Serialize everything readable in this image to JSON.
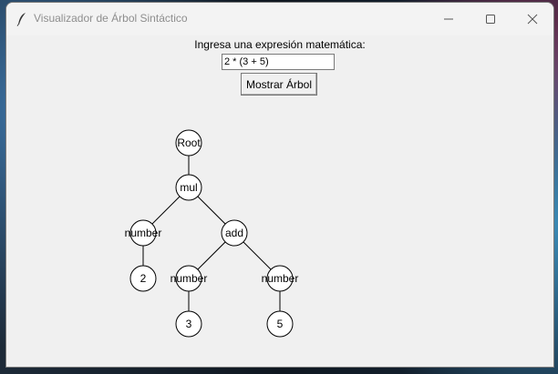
{
  "window": {
    "title": "Visualizador de Árbol Sintáctico"
  },
  "form": {
    "prompt": "Ingresa una expresión matemática:",
    "expression_value": "2 * (3 + 5)",
    "button_label": "Mostrar Árbol"
  },
  "tree": {
    "nodes": [
      {
        "id": "root",
        "label": "Root"
      },
      {
        "id": "mul",
        "label": "mul"
      },
      {
        "id": "number1",
        "label": "number"
      },
      {
        "id": "add",
        "label": "add"
      },
      {
        "id": "num2",
        "label": "2"
      },
      {
        "id": "number2",
        "label": "number"
      },
      {
        "id": "number3",
        "label": "number"
      },
      {
        "id": "num3",
        "label": "3"
      },
      {
        "id": "num5",
        "label": "5"
      }
    ],
    "edges": [
      [
        "root",
        "mul"
      ],
      [
        "mul",
        "number1"
      ],
      [
        "mul",
        "add"
      ],
      [
        "number1",
        "num2"
      ],
      [
        "add",
        "number2"
      ],
      [
        "add",
        "number3"
      ],
      [
        "number2",
        "num3"
      ],
      [
        "number3",
        "num5"
      ]
    ]
  }
}
